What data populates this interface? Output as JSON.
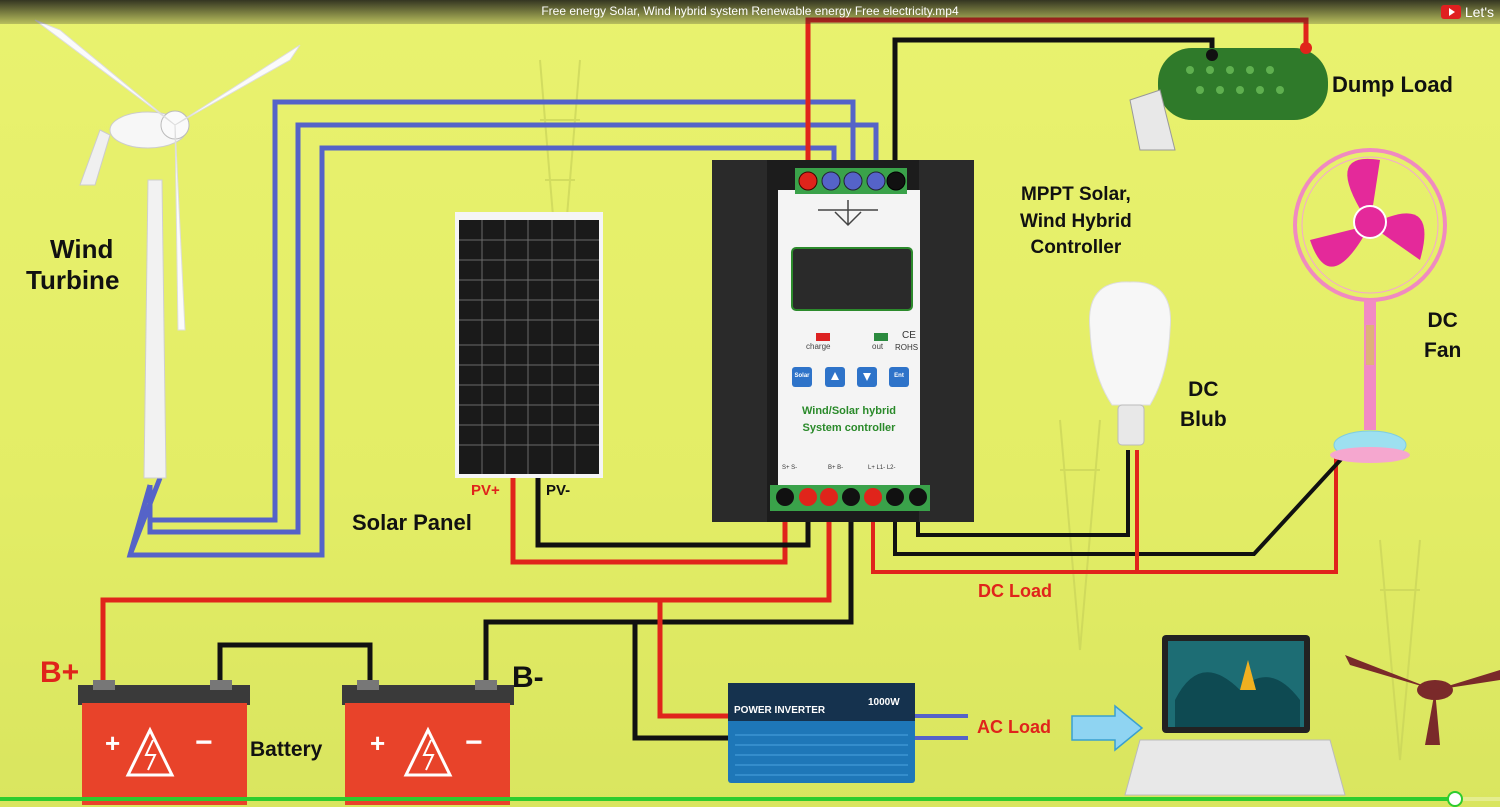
{
  "video": {
    "title": "Free energy Solar, Wind hybrid system Renewable energy Free electricity.mp4",
    "brand": "Let's",
    "progress": 0.97
  },
  "labels": {
    "wind_turbine_1": "Wind",
    "wind_turbine_2": "Turbine",
    "solar_panel": "Solar Panel",
    "pv_plus": "PV+",
    "pv_minus": "PV-",
    "controller_1": "MPPT Solar,",
    "controller_2": "Wind Hybrid",
    "controller_3": "Controller",
    "dump_load": "Dump Load",
    "dc_fan_1": "DC",
    "dc_fan_2": "Fan",
    "dc_bulb_1": "DC",
    "dc_bulb_2": "Blub",
    "dc_load": "DC Load",
    "b_plus": "B+",
    "b_minus": "B-",
    "battery": "Battery",
    "ac_load": "AC Load"
  },
  "controller": {
    "indicator_charge": "charge",
    "indicator_out": "out",
    "rohs": "ROHS",
    "ce": "CE",
    "btn_1": "Solar",
    "btn_4": "Ent",
    "model_1": "Wind/Solar hybrid",
    "model_2": "System controller",
    "term_1": "S+ S-",
    "term_2": "B+ B-",
    "term_3": "L+ L1- L2-"
  },
  "inverter": {
    "label": "POWER INVERTER",
    "watt": "1000W"
  },
  "colors": {
    "wire_red": "#e0241b",
    "wire_black": "#111111",
    "wire_blue": "#5563c8",
    "background": "#e6ef6a"
  }
}
